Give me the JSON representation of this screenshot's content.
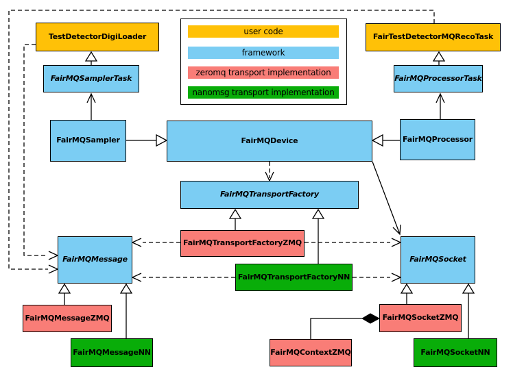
{
  "diagram": {
    "type": "uml-class-diagram",
    "subject": "FairMQ framework class structure"
  },
  "colors": {
    "user_code": "#FFC107",
    "framework": "#7BCDF3",
    "zeromq": "#F97D77",
    "nanomsg": "#09AD09",
    "line": "#000000",
    "background": "#FFFFFF"
  },
  "legend": {
    "items": [
      {
        "label": "user code",
        "color": "#FFC107"
      },
      {
        "label": "framework",
        "color": "#7BCDF3"
      },
      {
        "label": "zeromq transport implementation",
        "color": "#F97D77"
      },
      {
        "label": "nanomsg transport implementation",
        "color": "#09AD09"
      }
    ]
  },
  "nodes": {
    "digiloader": {
      "label": "TestDetectorDigiLoader",
      "category": "user_code",
      "abstract": false
    },
    "recotask": {
      "label": "FairTestDetectorMQRecoTask",
      "category": "user_code",
      "abstract": false
    },
    "samplertask": {
      "label": "FairMQSamplerTask",
      "category": "framework",
      "abstract": true
    },
    "processortask": {
      "label": "FairMQProcessorTask",
      "category": "framework",
      "abstract": true
    },
    "sampler": {
      "label": "FairMQSampler",
      "category": "framework",
      "abstract": false
    },
    "device": {
      "label": "FairMQDevice",
      "category": "framework",
      "abstract": false
    },
    "processor": {
      "label": "FairMQProcessor",
      "category": "framework",
      "abstract": false
    },
    "transportfactory": {
      "label": "FairMQTransportFactory",
      "category": "framework",
      "abstract": true
    },
    "message": {
      "label": "FairMQMessage",
      "category": "framework",
      "abstract": true
    },
    "socket": {
      "label": "FairMQSocket",
      "category": "framework",
      "abstract": true
    },
    "tfzmq": {
      "label": "FairMQTransportFactoryZMQ",
      "category": "zeromq",
      "abstract": false
    },
    "tfnn": {
      "label": "FairMQTransportFactoryNN",
      "category": "nanomsg",
      "abstract": false
    },
    "messagezmq": {
      "label": "FairMQMessageZMQ",
      "category": "zeromq",
      "abstract": false
    },
    "messagenn": {
      "label": "FairMQMessageNN",
      "category": "nanomsg",
      "abstract": false
    },
    "socketzmq": {
      "label": "FairMQSocketZMQ",
      "category": "zeromq",
      "abstract": false
    },
    "socketnn": {
      "label": "FairMQSocketNN",
      "category": "nanomsg",
      "abstract": false
    },
    "contextzmq": {
      "label": "FairMQContextZMQ",
      "category": "zeromq",
      "abstract": false
    }
  },
  "edges": [
    {
      "from": "FairMQSamplerTask",
      "to": "TestDetectorDigiLoader",
      "type": "inheritance"
    },
    {
      "from": "FairMQProcessorTask",
      "to": "FairTestDetectorMQRecoTask",
      "type": "inheritance"
    },
    {
      "from": "FairMQSampler",
      "to": "FairMQSamplerTask",
      "type": "association"
    },
    {
      "from": "FairMQProcessor",
      "to": "FairMQProcessorTask",
      "type": "association"
    },
    {
      "from": "FairMQSampler",
      "to": "FairMQDevice",
      "type": "inheritance"
    },
    {
      "from": "FairMQProcessor",
      "to": "FairMQDevice",
      "type": "inheritance"
    },
    {
      "from": "FairMQDevice",
      "to": "FairMQTransportFactory",
      "type": "dependency"
    },
    {
      "from": "FairMQDevice",
      "to": "FairMQSocket",
      "type": "association"
    },
    {
      "from": "FairMQTransportFactoryZMQ",
      "to": "FairMQTransportFactory",
      "type": "inheritance"
    },
    {
      "from": "FairMQTransportFactoryNN",
      "to": "FairMQTransportFactory",
      "type": "inheritance"
    },
    {
      "from": "FairMQTransportFactoryZMQ",
      "to": "FairMQMessage",
      "type": "dependency"
    },
    {
      "from": "FairMQTransportFactoryZMQ",
      "to": "FairMQSocket",
      "type": "dependency"
    },
    {
      "from": "FairMQTransportFactoryNN",
      "to": "FairMQMessage",
      "type": "dependency"
    },
    {
      "from": "FairMQTransportFactoryNN",
      "to": "FairMQSocket",
      "type": "dependency"
    },
    {
      "from": "TestDetectorDigiLoader",
      "to": "FairMQMessage",
      "type": "dependency"
    },
    {
      "from": "FairTestDetectorMQRecoTask",
      "to": "FairMQMessage",
      "type": "dependency"
    },
    {
      "from": "FairMQMessageZMQ",
      "to": "FairMQMessage",
      "type": "inheritance"
    },
    {
      "from": "FairMQMessageNN",
      "to": "FairMQMessage",
      "type": "inheritance"
    },
    {
      "from": "FairMQSocketZMQ",
      "to": "FairMQSocket",
      "type": "inheritance"
    },
    {
      "from": "FairMQSocketNN",
      "to": "FairMQSocket",
      "type": "inheritance"
    },
    {
      "from": "FairMQContextZMQ",
      "to": "FairMQSocketZMQ",
      "type": "composition"
    }
  ]
}
